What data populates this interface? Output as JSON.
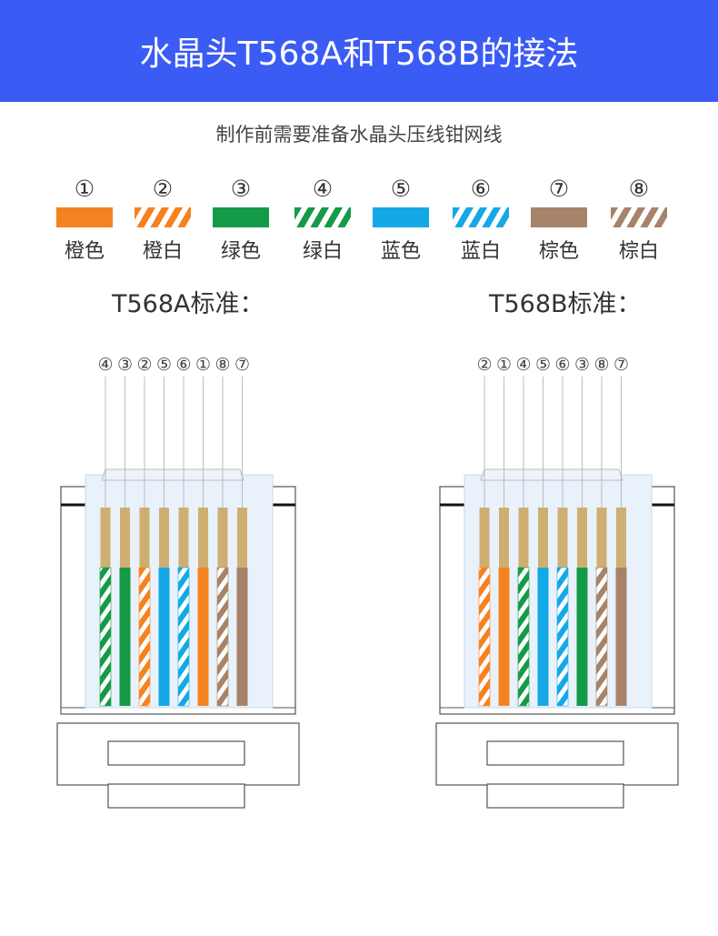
{
  "header": {
    "title": "水晶头T568A和T568B的接法"
  },
  "intro": {
    "text": "制作前需要准备水晶头压线钳网线"
  },
  "colors": {
    "banner": "#3b5bf5",
    "orange": "#f58220",
    "green": "#159a48",
    "blue": "#15a8e6",
    "brown": "#a6836a",
    "pin": "#cfae72"
  },
  "legend": [
    {
      "num": "①",
      "name": "橙色",
      "color": "#f58220",
      "striped": false
    },
    {
      "num": "②",
      "name": "橙白",
      "color": "#f58220",
      "striped": true
    },
    {
      "num": "③",
      "name": "绿色",
      "color": "#159a48",
      "striped": false
    },
    {
      "num": "④",
      "name": "绿白",
      "color": "#159a48",
      "striped": true
    },
    {
      "num": "⑤",
      "name": "蓝色",
      "color": "#15a8e6",
      "striped": false
    },
    {
      "num": "⑥",
      "name": "蓝白",
      "color": "#15a8e6",
      "striped": true
    },
    {
      "num": "⑦",
      "name": "棕色",
      "color": "#a6836a",
      "striped": false
    },
    {
      "num": "⑧",
      "name": "棕白",
      "color": "#a6836a",
      "striped": true
    }
  ],
  "standards": [
    {
      "title": "T568A标准：",
      "order": [
        "④",
        "③",
        "②",
        "⑤",
        "⑥",
        "①",
        "⑧",
        "⑦"
      ]
    },
    {
      "title": "T568B标准：",
      "order": [
        "②",
        "①",
        "④",
        "⑤",
        "⑥",
        "③",
        "⑧",
        "⑦"
      ]
    }
  ]
}
